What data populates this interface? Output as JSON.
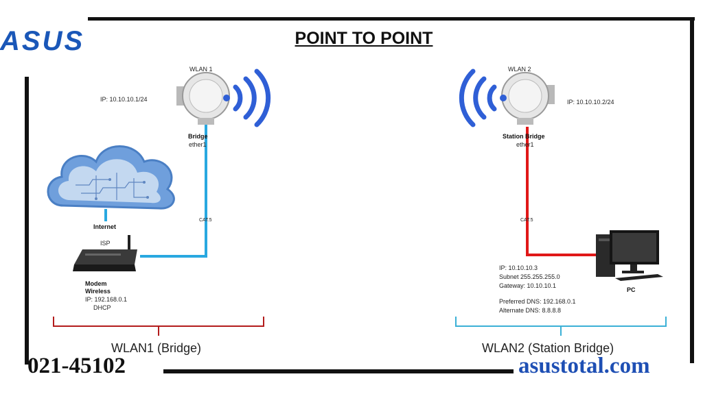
{
  "brand": {
    "logo_text": "ASUS",
    "phone": "021-45102",
    "website": "asustotal.com"
  },
  "diagram": {
    "title": "POINT TO POINT",
    "left": {
      "device_name": "WLAN 1",
      "ip": "IP: 10.10.10.1/24",
      "mode": "Bridge",
      "port": "ether1",
      "cable": "CAT.5",
      "internet_label": "Internet",
      "isp_label": "ISP",
      "modem_name_line1": "Modem",
      "modem_name_line2": "Wireless",
      "modem_ip": "IP: 192.168.0.1",
      "modem_dhcp": "DHCP",
      "section_label": "WLAN1 (Bridge)",
      "cable_color": "#29a8e0"
    },
    "right": {
      "device_name": "WLAN 2",
      "ip": "IP: 10.10.10.2/24",
      "mode": "Station Bridge",
      "port": "ether1",
      "cable": "CAT.5",
      "pc_ip": "IP: 10.10.10.3",
      "pc_subnet": "Subnet 255.255.255.0",
      "pc_gateway": "Gateway: 10.10.10.1",
      "pc_dns1": "Preferred DNS: 192.168.0.1",
      "pc_dns2": "Alternate DNS: 8.8.8.8",
      "pc_label": "PC",
      "section_label": "WLAN2 (Station Bridge)",
      "cable_color": "#e01818"
    },
    "accent_colors": {
      "wifi_waves": "#2f5fd6",
      "left_bracket": "#b31b1b",
      "right_bracket": "#3ab0d6"
    }
  }
}
